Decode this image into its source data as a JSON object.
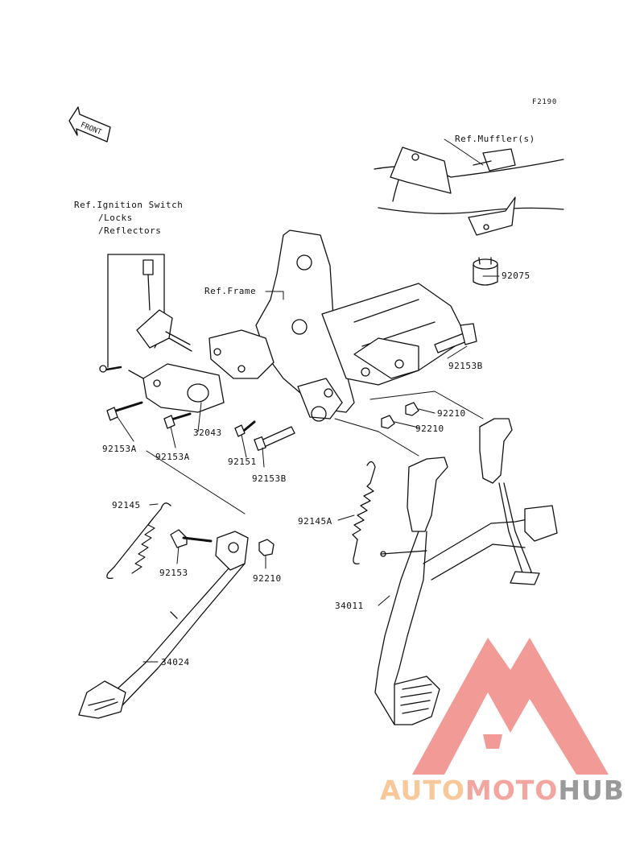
{
  "figure_id": "F2190",
  "front_label": "FRONT",
  "refs": {
    "ignition_line1": "Ref.Ignition Switch",
    "ignition_line2": "/Locks",
    "ignition_line3": "/Reflectors",
    "muffler": "Ref.Muffler(s)",
    "frame": "Ref.Frame"
  },
  "parts": [
    {
      "id": "92075"
    },
    {
      "id": "92153B"
    },
    {
      "id": "92210"
    },
    {
      "id": "92210"
    },
    {
      "id": "32043"
    },
    {
      "id": "92153A"
    },
    {
      "id": "92153A"
    },
    {
      "id": "92151"
    },
    {
      "id": "92153B"
    },
    {
      "id": "92145"
    },
    {
      "id": "92153"
    },
    {
      "id": "92210"
    },
    {
      "id": "92145A"
    },
    {
      "id": "34011"
    },
    {
      "id": "34024"
    }
  ],
  "watermark": {
    "part1": "AUTO",
    "part2": "MOTO",
    "part3": "HUB",
    "colors": {
      "auto": "#f6c89a",
      "moto": "#f3a6a0",
      "hub": "#9a9a9a",
      "triangle": "#f08a84"
    }
  }
}
